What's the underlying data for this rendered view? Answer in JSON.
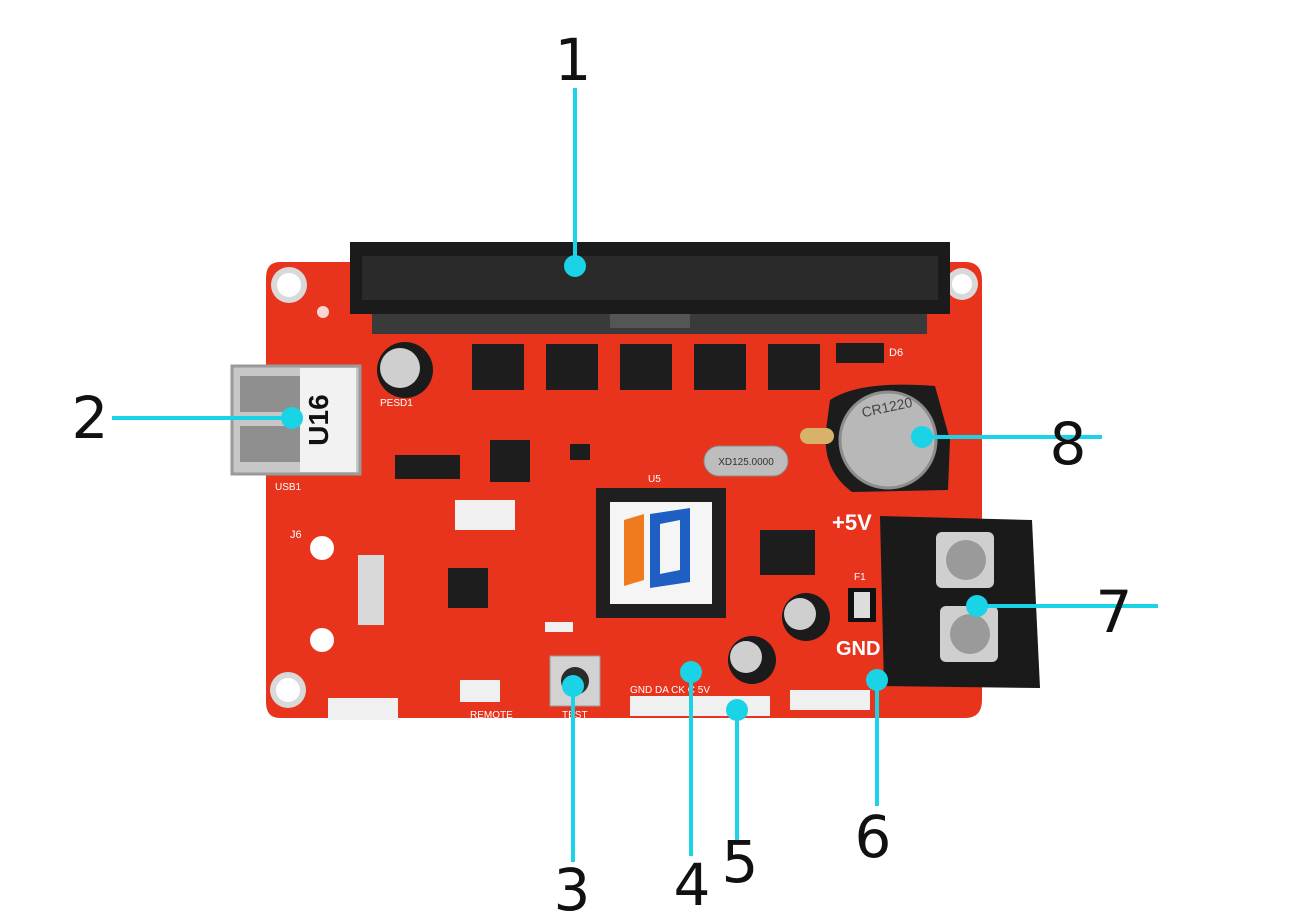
{
  "callouts": [
    {
      "label": "1"
    },
    {
      "label": "2"
    },
    {
      "label": "3"
    },
    {
      "label": "4"
    },
    {
      "label": "5"
    },
    {
      "label": "6"
    },
    {
      "label": "7"
    },
    {
      "label": "8"
    }
  ],
  "board": {
    "usb_sticker": "U16",
    "usb_label": "USB1",
    "tvs_label": "PESD1",
    "power_plus": "+5V",
    "power_gnd": "GND",
    "button_label": "TEST",
    "remote_label": "REMOTE",
    "pin_labels": "GND  DA  CK  C  5V",
    "crystal_text": "XD125.0000",
    "battery_text": "CR1220",
    "fuse_label": "F1",
    "chip_label": "U5",
    "header_label": "J6",
    "led_label": "D6"
  },
  "colors": {
    "pcb": "#e8341c",
    "callout_line": "#1ad3e6",
    "text": "#111111"
  }
}
